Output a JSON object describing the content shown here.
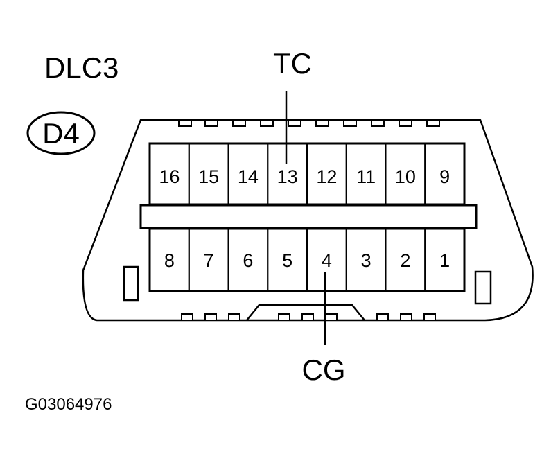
{
  "diagram": {
    "connector_name": "DLC3",
    "connector_code": "D4",
    "terminal_top_label": "TC",
    "terminal_bottom_label": "CG",
    "figure_id": "G03064976",
    "pins_top_row": [
      "16",
      "15",
      "14",
      "13",
      "12",
      "11",
      "10",
      "9"
    ],
    "pins_bottom_row": [
      "8",
      "7",
      "6",
      "5",
      "4",
      "3",
      "2",
      "1"
    ]
  },
  "colors": {
    "line": "#000000",
    "background": "#ffffff"
  }
}
